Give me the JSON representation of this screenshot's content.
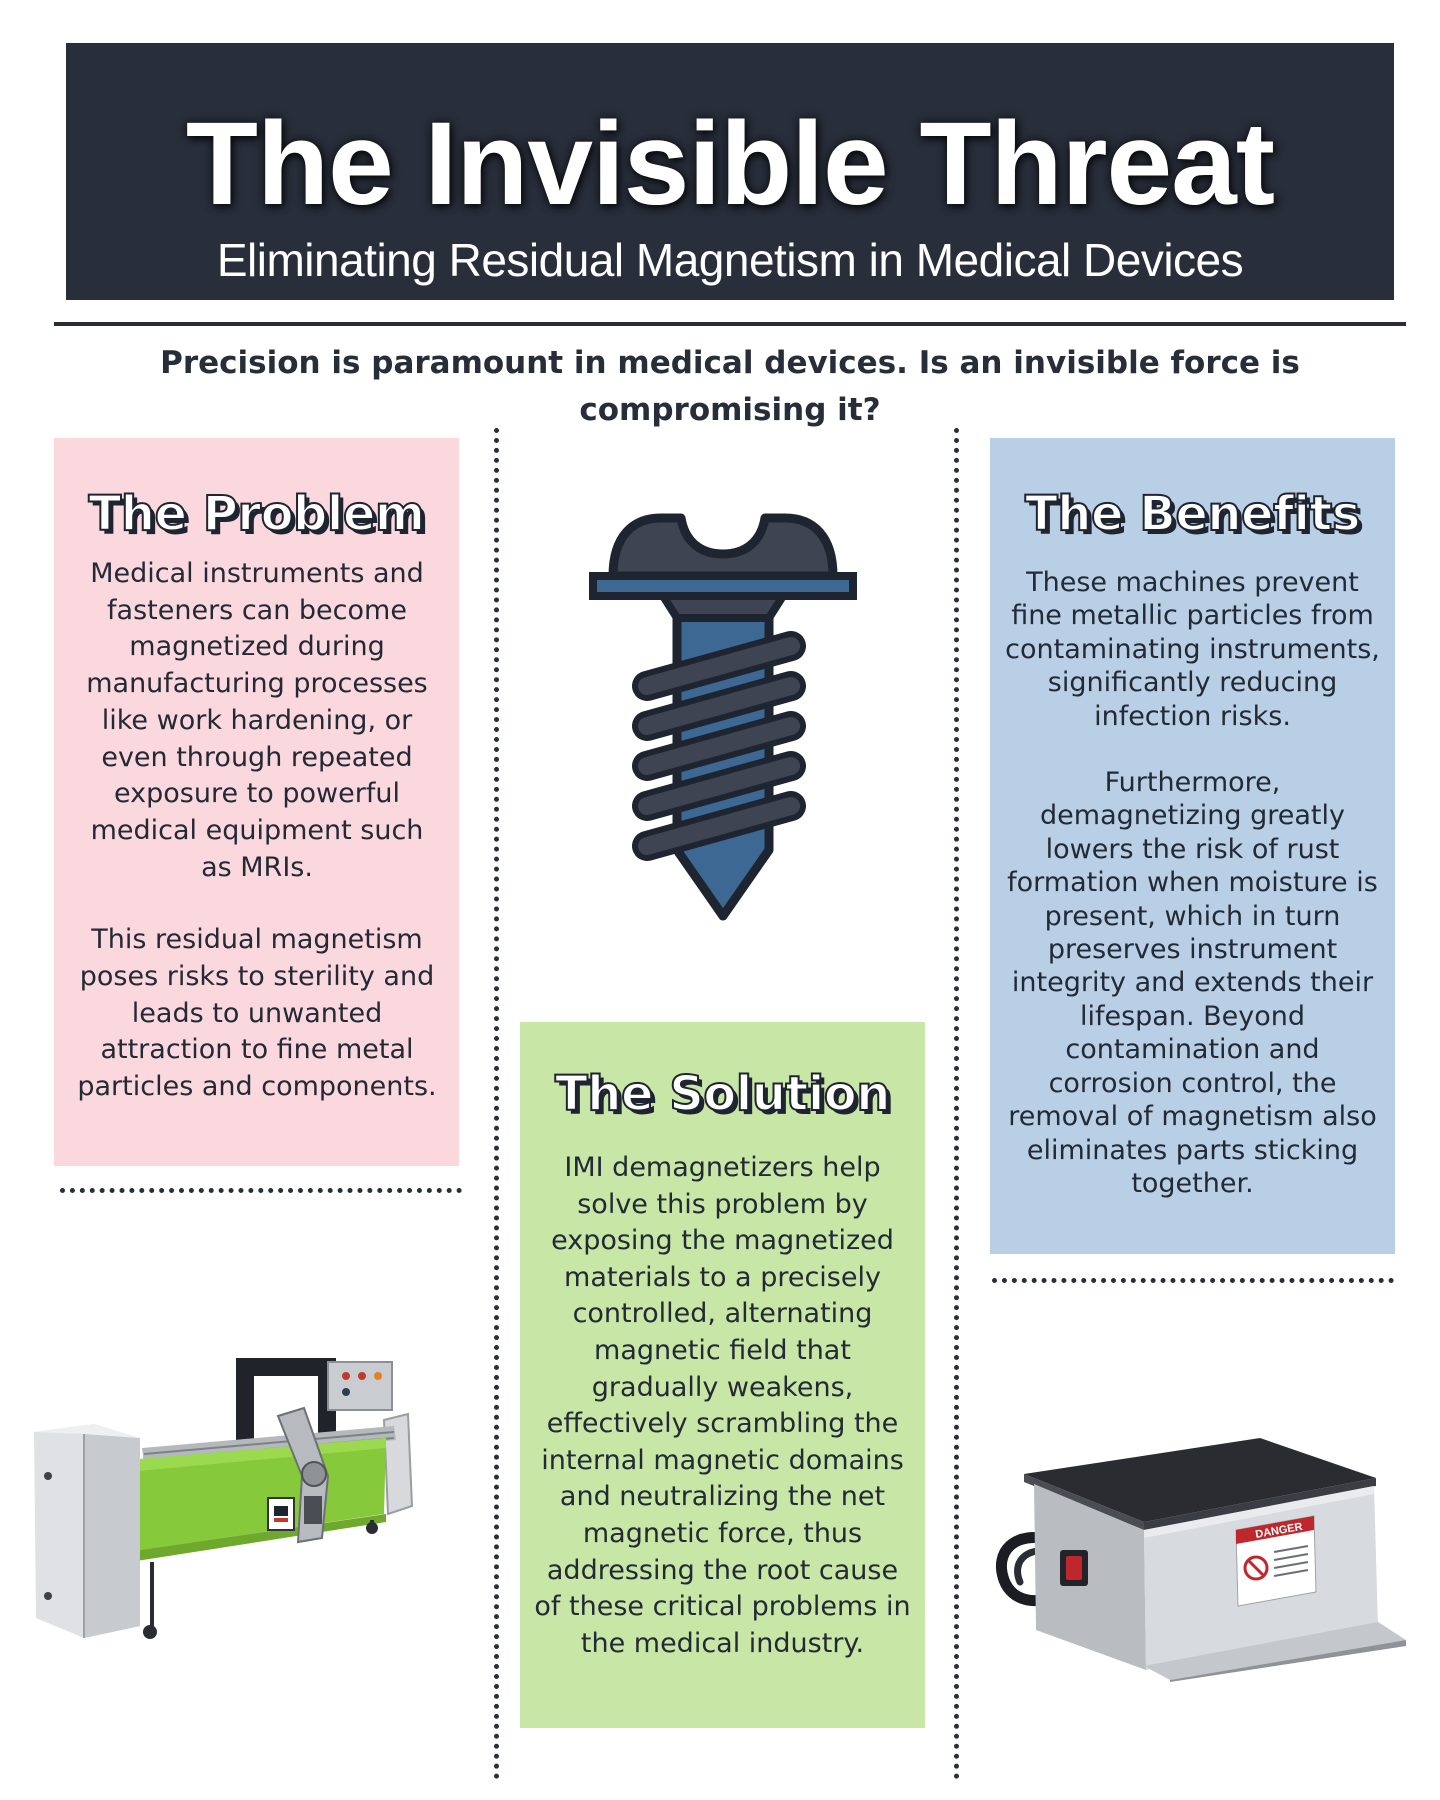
{
  "header": {
    "title": "The Invisible Threat",
    "subtitle": "Eliminating Residual Magnetism in Medical Devices"
  },
  "lead": "Precision is paramount in medical devices. Is an invisible force is compromising it?",
  "problem": {
    "heading": "The Problem",
    "paragraphs": [
      "Medical instruments and fasteners can become magnetized during manufacturing processes like work hardening, or even through repeated exposure to powerful medical equipment such as MRIs.",
      "This residual magnetism poses risks to sterility and leads to unwanted attraction to fine metal particles and components."
    ]
  },
  "solution": {
    "heading": "The Solution",
    "paragraphs": [
      "IMI demagnetizers help solve this problem by exposing the magnetized materials to a precisely controlled, alternating magnetic field that gradually weakens, effectively scrambling the internal magnetic domains and neutralizing the net magnetic force, thus addressing the root cause of these critical problems in the medical industry."
    ]
  },
  "benefits": {
    "heading": "The Benefits",
    "paragraphs": [
      "These machines prevent fine metallic particles from contaminating instruments, significantly reducing infection risks.",
      "Furthermore, demagnetizing greatly lowers the risk of rust formation when moisture is present, which in turn preserves instrument integrity and extends their lifespan. Beyond contamination and corrosion control, the removal of magnetism also eliminates parts sticking together."
    ]
  },
  "illustrations": {
    "screw": "screw-icon",
    "machine": "green-conveyor-demagnetizer-photo",
    "box": "stainless-demagnetizer-box-photo",
    "box_label": "DANGER"
  },
  "colors": {
    "header_bg": "#282e3a",
    "problem_bg": "#fbd8de",
    "solution_bg": "#c8e6a6",
    "benefits_bg": "#b9cfe6"
  }
}
